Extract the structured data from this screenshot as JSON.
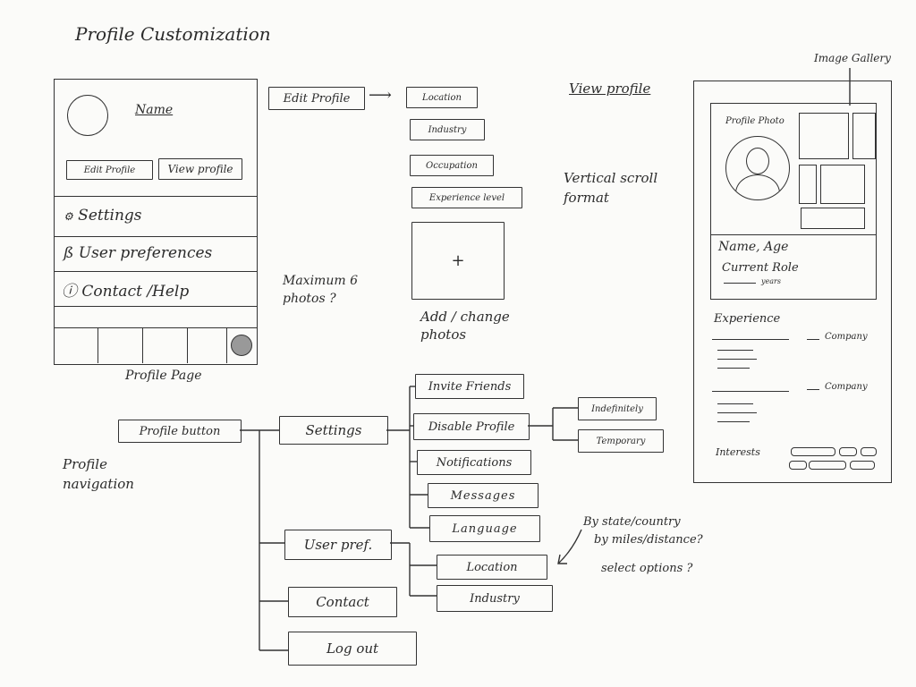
{
  "title": "Profile Customization",
  "profile_page": {
    "name": "Name",
    "edit_profile": "Edit Profile",
    "view_profile": "View profile",
    "settings": "Settings",
    "user_preferences": "User preferences",
    "contact_help": "Contact /Help",
    "caption": "Profile Page"
  },
  "edit_flow": {
    "edit_profile": "Edit Profile",
    "fields": [
      "Location",
      "Industry",
      "Occupation",
      "Experience level"
    ],
    "add_photos": "Add / change photos",
    "plus": "+",
    "max_note": "Maximum 6 photos ?"
  },
  "view_profile_label": "View profile",
  "vertical_note": "Vertical scroll format",
  "view_mock": {
    "image_gallery": "Image Gallery",
    "profile_photo": "Profile Photo",
    "name_age": "Name, Age",
    "current_role": "Current Role",
    "years": "years",
    "experience": "Experience",
    "company": "Company",
    "interests": "Interests"
  },
  "nav": {
    "caption": "Profile navigation",
    "profile_button": "Profile button",
    "settings": "Settings",
    "settings_children": [
      "Invite Friends",
      "Disable Profile",
      "Notifications",
      "Messages",
      "Language"
    ],
    "disable_options": [
      "Indefinitely",
      "Temporary"
    ],
    "user_pref": "User pref.",
    "user_pref_children": [
      "Location",
      "Industry"
    ],
    "contact": "Contact",
    "logout": "Log out",
    "location_note": [
      "By state/country",
      "by miles/distance?",
      "select options ?"
    ]
  }
}
